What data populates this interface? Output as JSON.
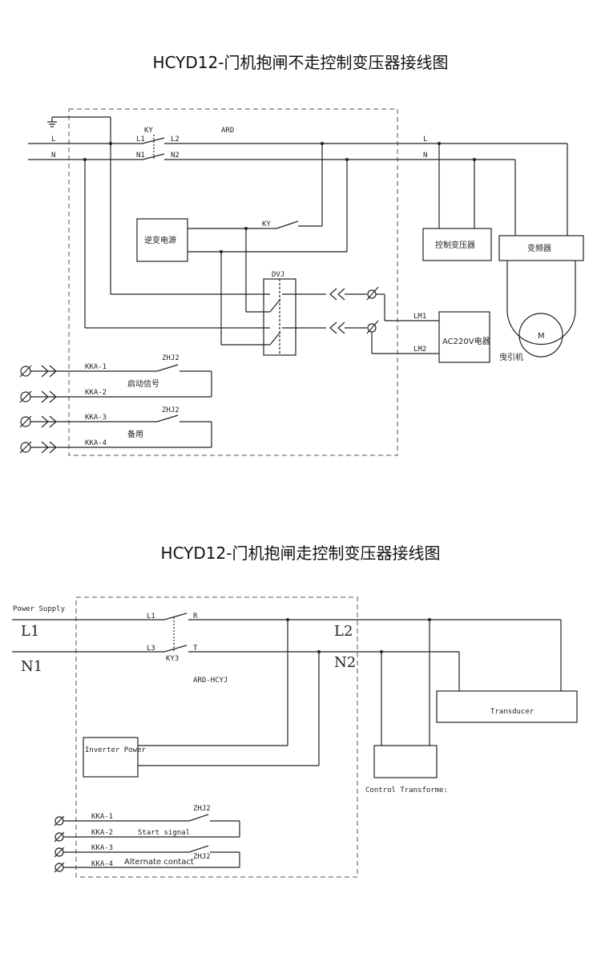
{
  "diagram1": {
    "title": "HCYD12-门机抱闸不走控制变压器接线图",
    "labels": {
      "L": "L",
      "N": "N",
      "KY": "KY",
      "L1": "L1",
      "L2": "L2",
      "N1": "N1",
      "N2": "N2",
      "ARD": "ARD",
      "L_out": "L",
      "N_out": "N",
      "inverter": "逆变电源",
      "ky_contact": "KY",
      "dvj": "DVJ",
      "control_transformer": "控制变压器",
      "frequency_converter": "变频器",
      "lm1": "LM1",
      "lm2": "LM2",
      "brake": "AC220V电器",
      "motor": "M",
      "traction_machine": "曳引机",
      "kka1": "KKA-1",
      "kka2": "KKA-2",
      "kka3": "KKA-3",
      "kka4": "KKA-4",
      "zhj2_a": "ZHJ2",
      "zhj2_b": "ZHJ2",
      "start_signal": "启动信号",
      "spare": "备用"
    }
  },
  "diagram2": {
    "title": "HCYD12-门机抱闸走控制变压器接线图",
    "labels": {
      "power_supply": "Power Supply",
      "L1": "L1",
      "N1": "N1",
      "L2": "L2",
      "N2": "N2",
      "sw_l1": "L1",
      "sw_r": "R",
      "sw_l3": "L3",
      "sw_t": "T",
      "ky3": "KY3",
      "ard": "ARD-HCYJ",
      "inverter": "Inverter Power",
      "transducer": "Transducer",
      "control_transformer": "Control Transforme:",
      "kka1": "KKA-1",
      "kka2": "KKA-2",
      "kka3": "KKA-3",
      "kka4": "KKA-4",
      "zhj2_a": "ZHJ2",
      "zhj2_b": "ZHJ2",
      "start_signal": "Start signal",
      "alternate": "Alternate contact"
    }
  }
}
